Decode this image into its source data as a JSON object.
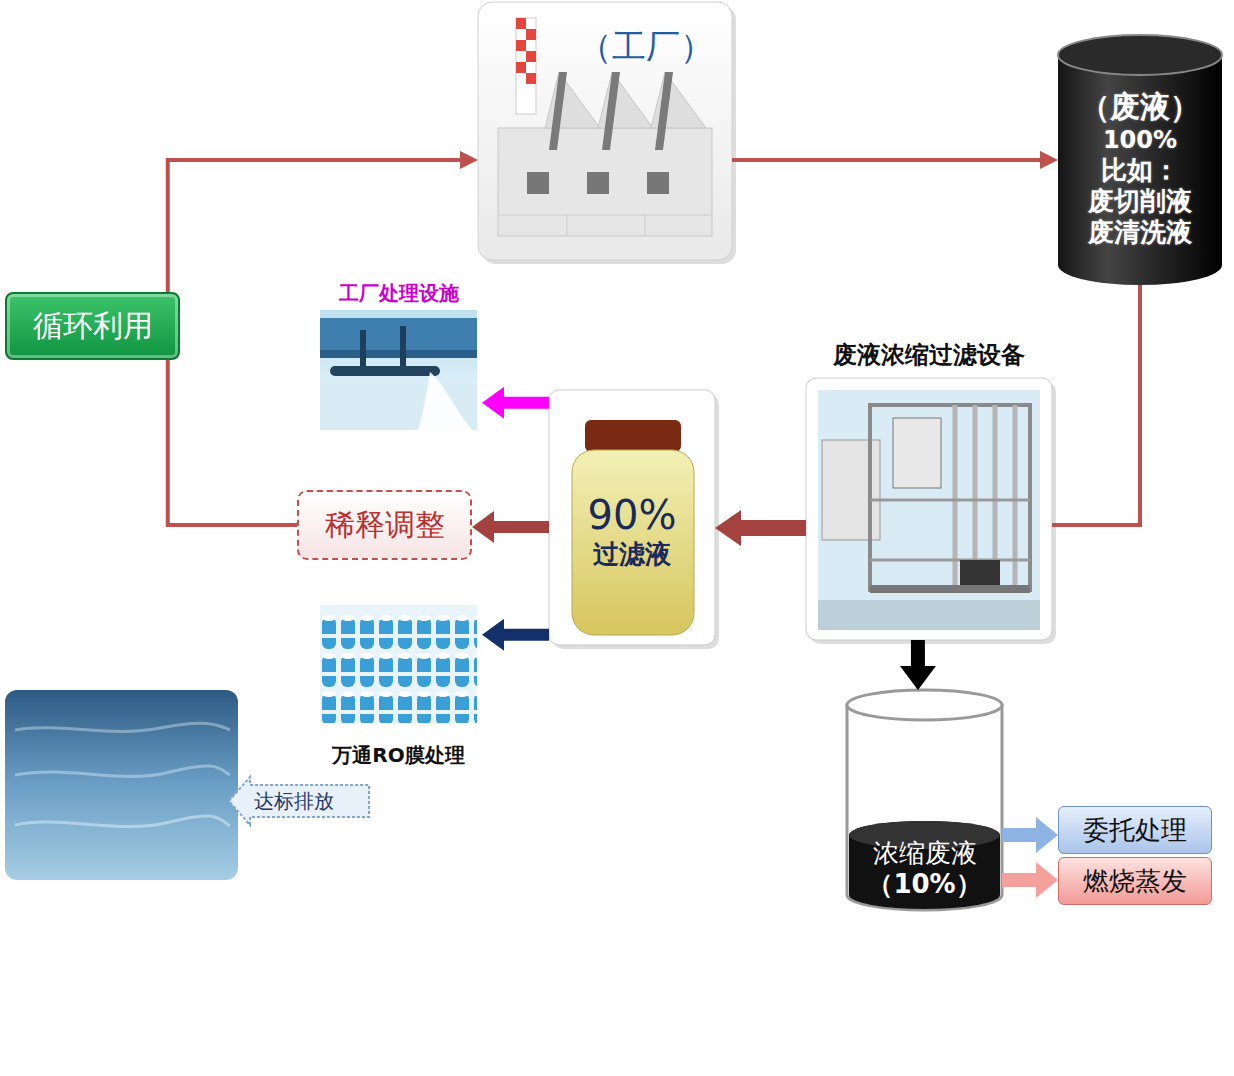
{
  "diagram": {
    "nodes": [
      {
        "text": [
          "（工厂）"
        ]
      },
      {
        "text": [
          "（废液）",
          "100%",
          "比如：",
          "废切削液",
          "废清洗液"
        ]
      },
      {
        "text": [
          "循环利用"
        ]
      },
      {
        "text": [
          "工厂处理设施"
        ]
      },
      {
        "text": [
          "废液浓缩过滤设备"
        ]
      },
      {
        "text": [
          "90%",
          "过滤液"
        ]
      },
      {
        "text": [
          "稀释调整"
        ]
      },
      {
        "text": [
          "万通RO膜处理"
        ]
      },
      {
        "text": [
          "达标排放"
        ]
      },
      {
        "text": [
          "浓缩废液",
          "（10%）"
        ]
      },
      {
        "text": [
          "委托处理"
        ]
      },
      {
        "text": [
          "燃烧蒸发"
        ]
      }
    ],
    "edges": [
      {
        "from": 0,
        "to": 1,
        "arrow": "to"
      },
      {
        "from": 1,
        "to": 4,
        "arrow": "none"
      },
      {
        "from": 4,
        "to": 5,
        "arrow": "to"
      },
      {
        "from": 5,
        "to": 3,
        "arrow": "to"
      },
      {
        "from": 5,
        "to": 6,
        "arrow": "to"
      },
      {
        "from": 5,
        "to": 7,
        "arrow": "to"
      },
      {
        "from": 6,
        "to": 2,
        "arrow": "none"
      },
      {
        "from": 2,
        "to": 0,
        "arrow": "to"
      },
      {
        "from": 4,
        "to": 9,
        "arrow": "to"
      },
      {
        "from": 9,
        "to": 10,
        "arrow": "to"
      },
      {
        "from": 9,
        "to": 11,
        "arrow": "to"
      }
    ]
  }
}
